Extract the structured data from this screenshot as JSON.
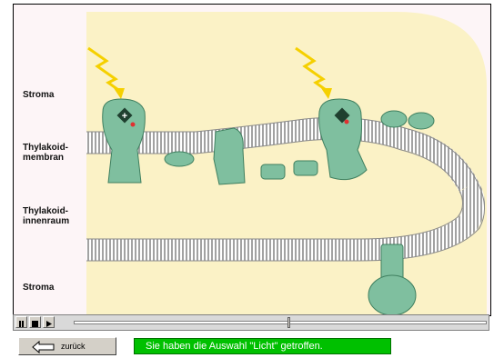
{
  "labels": {
    "stroma_top": "Stroma",
    "membrane": "Thylakoid-\nmembran",
    "lumen": "Thylakoid-\ninnenraum",
    "stroma_bottom": "Stroma"
  },
  "controls": {
    "play_pause_icon": "pause-icon",
    "stop_icon": "stop-icon",
    "play_icon": "play-icon",
    "progress": 0.52
  },
  "nav": {
    "back_label": "zurück"
  },
  "status": {
    "message": "Sie haben die Auswahl \"Licht\" getroffen."
  },
  "colors": {
    "protein": "#7fbf9f",
    "protein_stroke": "#3f7f5f",
    "lumen": "#fbf2c6",
    "lipid": "#9a9a9a",
    "lightning": "#f5d000",
    "status_bg": "#00c000"
  }
}
